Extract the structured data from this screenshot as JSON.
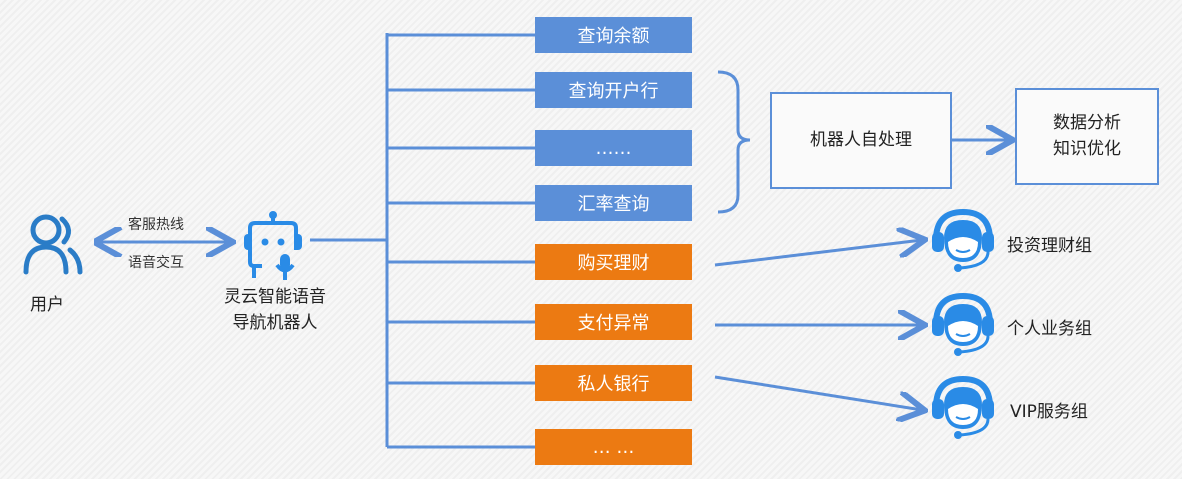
{
  "user": {
    "label": "用户"
  },
  "channel": {
    "top": "客服热线",
    "bottom": "语音交互"
  },
  "robot": {
    "line1": "灵云智能语音",
    "line2": "导航机器人"
  },
  "self_service_items": [
    "查询余额",
    "查询开户行",
    "……",
    "汇率查询"
  ],
  "routed_items": [
    "购买理财",
    "支付异常",
    "私人银行",
    "… …"
  ],
  "self_process": "机器人自处理",
  "analysis": {
    "line1": "数据分析",
    "line2": "知识优化"
  },
  "groups": [
    "投资理财组",
    "个人业务组",
    "VIP服务组"
  ],
  "colors": {
    "blue": "#5b8fd8",
    "orange": "#ec7a12",
    "icon": "#2a8be6"
  }
}
